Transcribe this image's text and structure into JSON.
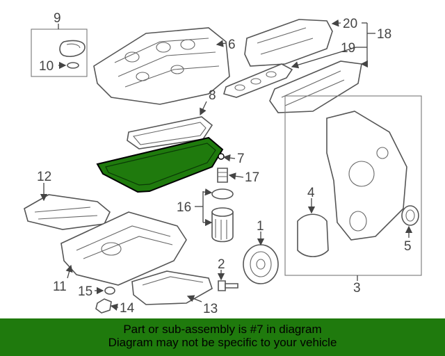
{
  "highlight_color": "#1f7a0d",
  "highlighted_part": "7",
  "callouts": {
    "c1": "1",
    "c2": "2",
    "c3": "3",
    "c4": "4",
    "c5": "5",
    "c6": "6",
    "c7": "7",
    "c8": "8",
    "c9": "9",
    "c10": "10",
    "c11": "11",
    "c12": "12",
    "c13": "13",
    "c14": "14",
    "c15": "15",
    "c16": "16",
    "c17": "17",
    "c18": "18",
    "c19": "19",
    "c20": "20"
  },
  "banner": {
    "line1": "Part or sub-assembly is #7 in diagram",
    "line2": "Diagram may not be specific to your vehicle"
  }
}
